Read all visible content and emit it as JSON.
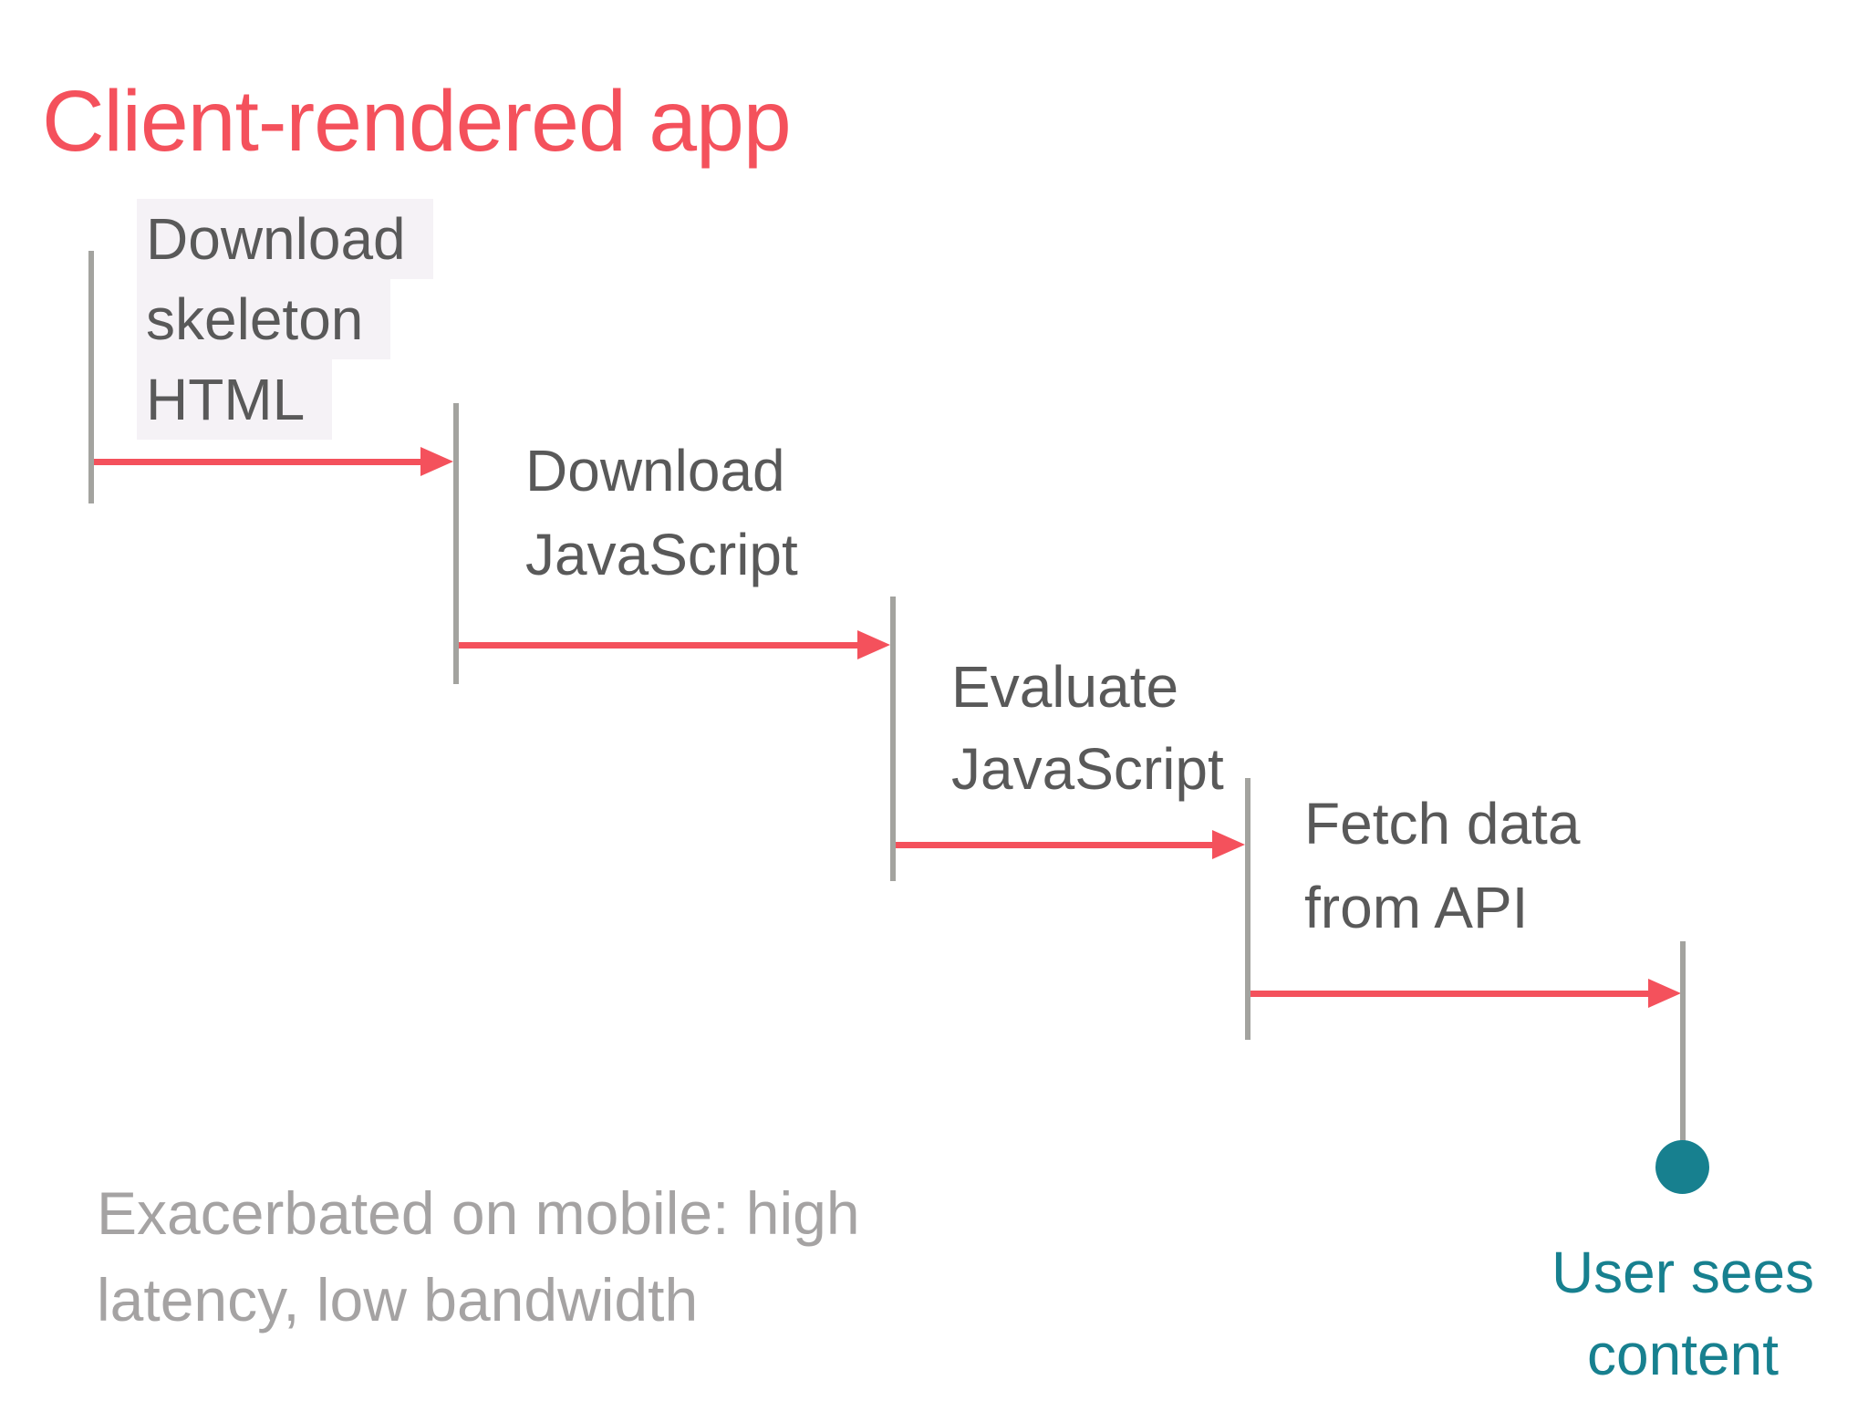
{
  "slide": {
    "title": "Client-rendered app",
    "steps": [
      {
        "name": "download-skeleton-html",
        "lines": [
          "Download",
          "skeleton",
          "HTML"
        ]
      },
      {
        "name": "download-javascript",
        "lines": [
          "Download",
          "JavaScript"
        ]
      },
      {
        "name": "evaluate-javascript",
        "lines": [
          "Evaluate",
          "JavaScript"
        ]
      },
      {
        "name": "fetch-data-from-api",
        "lines": [
          "Fetch data",
          "from API"
        ]
      }
    ],
    "outcome": {
      "lines": [
        "User sees",
        "content"
      ]
    },
    "footnote": {
      "lines": [
        "Exacerbated on mobile: high",
        "latency, low bandwidth"
      ]
    },
    "colors": {
      "accent_coral": "#f4515c",
      "timeline_bar_gray": "#a3a39f",
      "step_label_gray": "#595959",
      "outcome_teal": "#17808f",
      "footnote_gray": "#a5a3a3",
      "highlight_bg": "#f5f2f6",
      "background": "#ffffff"
    }
  }
}
